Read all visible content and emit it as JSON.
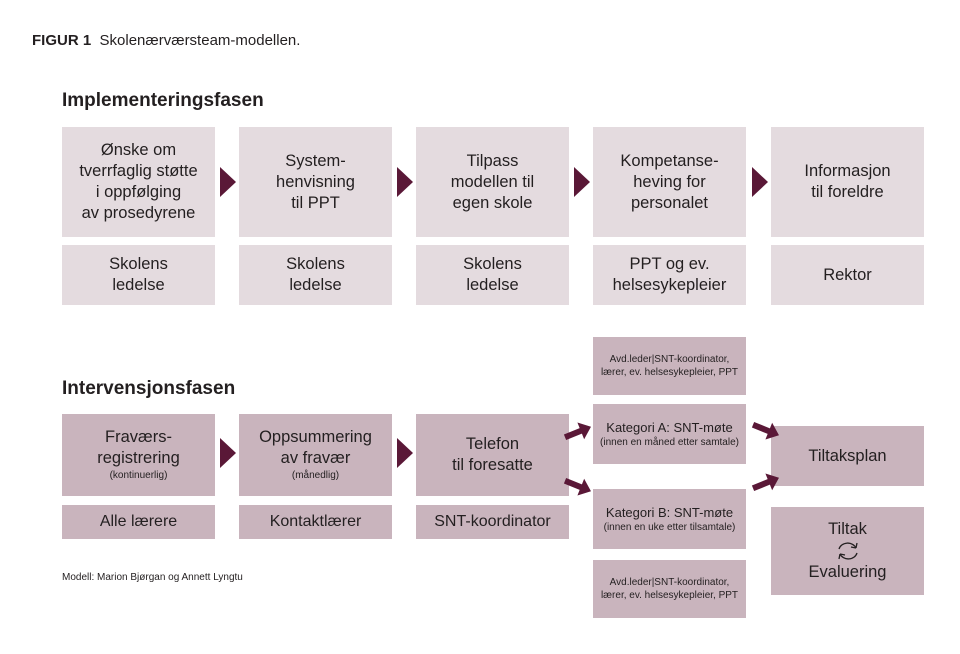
{
  "figure": {
    "label": "FIGUR 1",
    "title": "Skolenærværsteam-modellen."
  },
  "implementation": {
    "heading": "Implementeringsfasen",
    "steps": [
      {
        "text": "Ønske om\ntverrfaglig støtte\ni oppfølging\nav prosedyrene",
        "responsible": "Skolens\nledelse"
      },
      {
        "text": "System-\nhenvisning\ntil PPT",
        "responsible": "Skolens\nledelse"
      },
      {
        "text": "Tilpass\nmodellen til\negen skole",
        "responsible": "Skolens\nledelse"
      },
      {
        "text": "Kompetanse-\nheving for\npersonalet",
        "responsible": "PPT og ev.\nhelsesykepleier"
      },
      {
        "text": "Informasjon\ntil foreldre",
        "responsible": "Rektor"
      }
    ]
  },
  "intervention": {
    "heading": "Intervensjonsfasen",
    "steps": [
      {
        "text": "Fraværs-\nregistrering",
        "note": "(kontinuerlig)",
        "responsible": "Alle lærere"
      },
      {
        "text": "Oppsummering\nav fravær",
        "note": "(månedlig)",
        "responsible": "Kontaktlærer"
      },
      {
        "text": "Telefon\ntil foresatte",
        "note": "",
        "responsible": "SNT-koordinator"
      }
    ],
    "participants_top": "Avd.leder|SNT-koordinator,\nlærer, ev. helsesykepleier, PPT",
    "category_a": {
      "title": "Kategori A: SNT-møte",
      "note": "(innen en måned etter samtale)"
    },
    "category_b": {
      "title": "Kategori B: SNT-møte",
      "note": "(innen en uke etter tilsamtale)"
    },
    "participants_bottom": "Avd.leder|SNT-koordinator,\nlærer, ev. helsesykepleier, PPT",
    "plan": "Tiltaksplan",
    "cycle": {
      "top": "Tiltak",
      "bottom": "Evaluering"
    }
  },
  "credit": "Modell: Marion Bjørgan og Annett Lyngtu",
  "colors": {
    "light": "#e4dbdf",
    "mauve": "#c9b4bd",
    "arrow": "#5a1837"
  }
}
